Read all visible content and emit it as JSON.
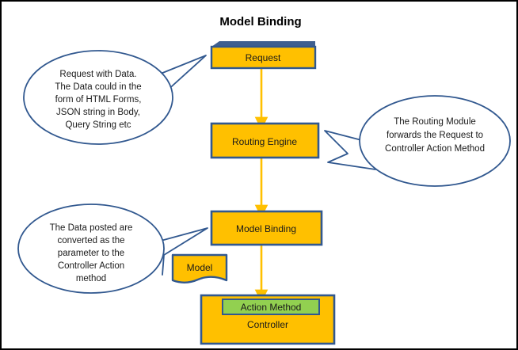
{
  "diagram": {
    "title": "Model Binding",
    "colors": {
      "box_fill": "#FFC000",
      "box_border": "#31588F",
      "action_method_fill": "#92D050",
      "arrow": "#FFC000",
      "callout_border": "#31588F",
      "frame": "#000000",
      "background": "#FFFFFF",
      "text": "#1A1A1A"
    },
    "nodes": [
      {
        "id": "request",
        "label": "Request",
        "shape": "box-3d"
      },
      {
        "id": "routing-engine",
        "label": "Routing Engine",
        "shape": "rect"
      },
      {
        "id": "model-binding",
        "label": "Model Binding",
        "shape": "rect"
      },
      {
        "id": "model",
        "label": "Model",
        "shape": "document"
      },
      {
        "id": "controller",
        "label": "Controller",
        "shape": "rect"
      },
      {
        "id": "action-method",
        "label": "Action  Method",
        "shape": "rect"
      }
    ],
    "callouts": [
      {
        "id": "callout-request",
        "lines": [
          "Request with Data.",
          "The Data could in the",
          "form of HTML Forms,",
          "JSON string in Body,",
          "Query String etc"
        ]
      },
      {
        "id": "callout-routing",
        "lines": [
          "The Routing Module",
          "forwards the Request to",
          "Controller Action Method"
        ]
      },
      {
        "id": "callout-model-binding",
        "lines": [
          "The Data posted are",
          "converted as the",
          "parameter to the",
          "Controller Action",
          "method"
        ]
      }
    ],
    "connectors": [
      {
        "id": "arrow-request-to-routing",
        "from": "request",
        "to": "routing-engine"
      },
      {
        "id": "arrow-routing-to-model-binding",
        "from": "routing-engine",
        "to": "model-binding"
      },
      {
        "id": "arrow-model-binding-to-controller",
        "from": "model-binding",
        "to": "controller"
      }
    ]
  }
}
